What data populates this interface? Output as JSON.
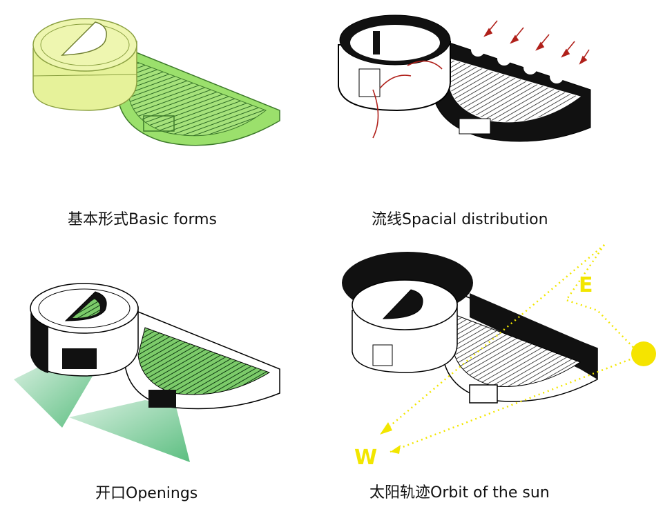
{
  "panels": [
    {
      "caption": "基本形式Basic forms"
    },
    {
      "caption": "流线Spacial distribution"
    },
    {
      "caption": "开口Openings"
    },
    {
      "caption": "太阳轨迹Orbit of the sun"
    }
  ],
  "compass": {
    "east": "E",
    "west": "W"
  },
  "colors": {
    "cylinder_fill": "#e6f29a",
    "half_disc_fill": "#9be06c",
    "flow_arrow": "#b0201a",
    "light_cone": "#3fb36a",
    "sun": "#f5e400",
    "orbit": "#f2e600"
  }
}
